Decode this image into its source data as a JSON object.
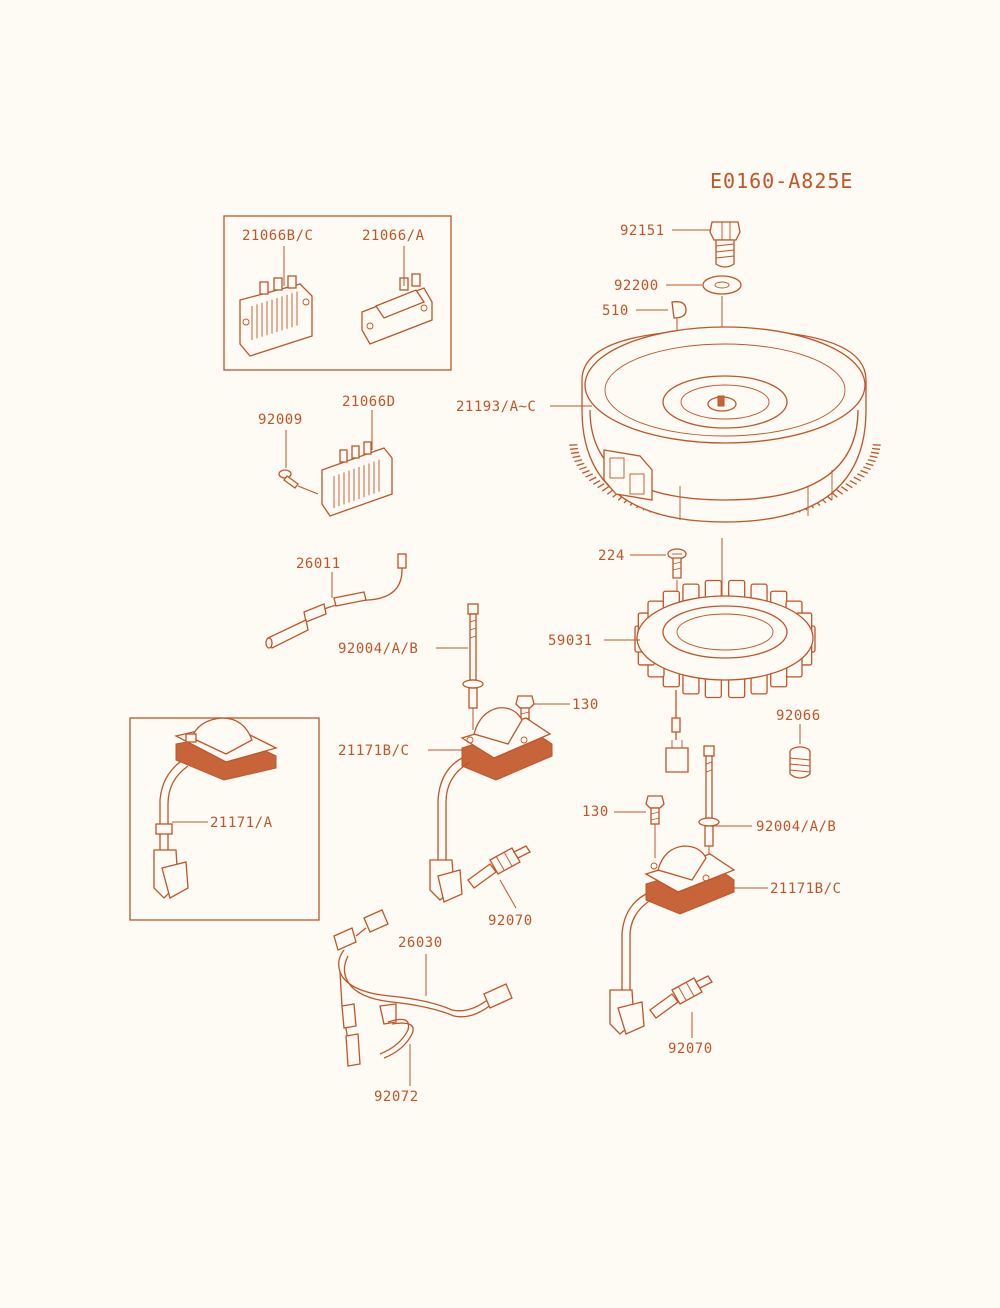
{
  "diagram": {
    "code": "E0160-A825E",
    "colors": {
      "ink": "#c0552a",
      "paper": "#fdfbf4"
    },
    "labels": {
      "p92151": "92151",
      "p92200": "92200",
      "p510": "510",
      "p21193": "21193/A~C",
      "p21066bc": "21066B/C",
      "p21066a": "21066/A",
      "p92009": "92009",
      "p21066d": "21066D",
      "p26011": "26011",
      "p224": "224",
      "p59031": "59031",
      "p92004ab_left": "92004/A/B",
      "p130_upper": "130",
      "p92066": "92066",
      "p21171bc_left": "21171B/C",
      "p21171a": "21171/A",
      "p130_lower": "130",
      "p92004ab_right": "92004/A/B",
      "p92070_left": "92070",
      "p21171bc_right": "21171B/C",
      "p26030": "26030",
      "p92070_right": "92070",
      "p92072": "92072"
    }
  }
}
